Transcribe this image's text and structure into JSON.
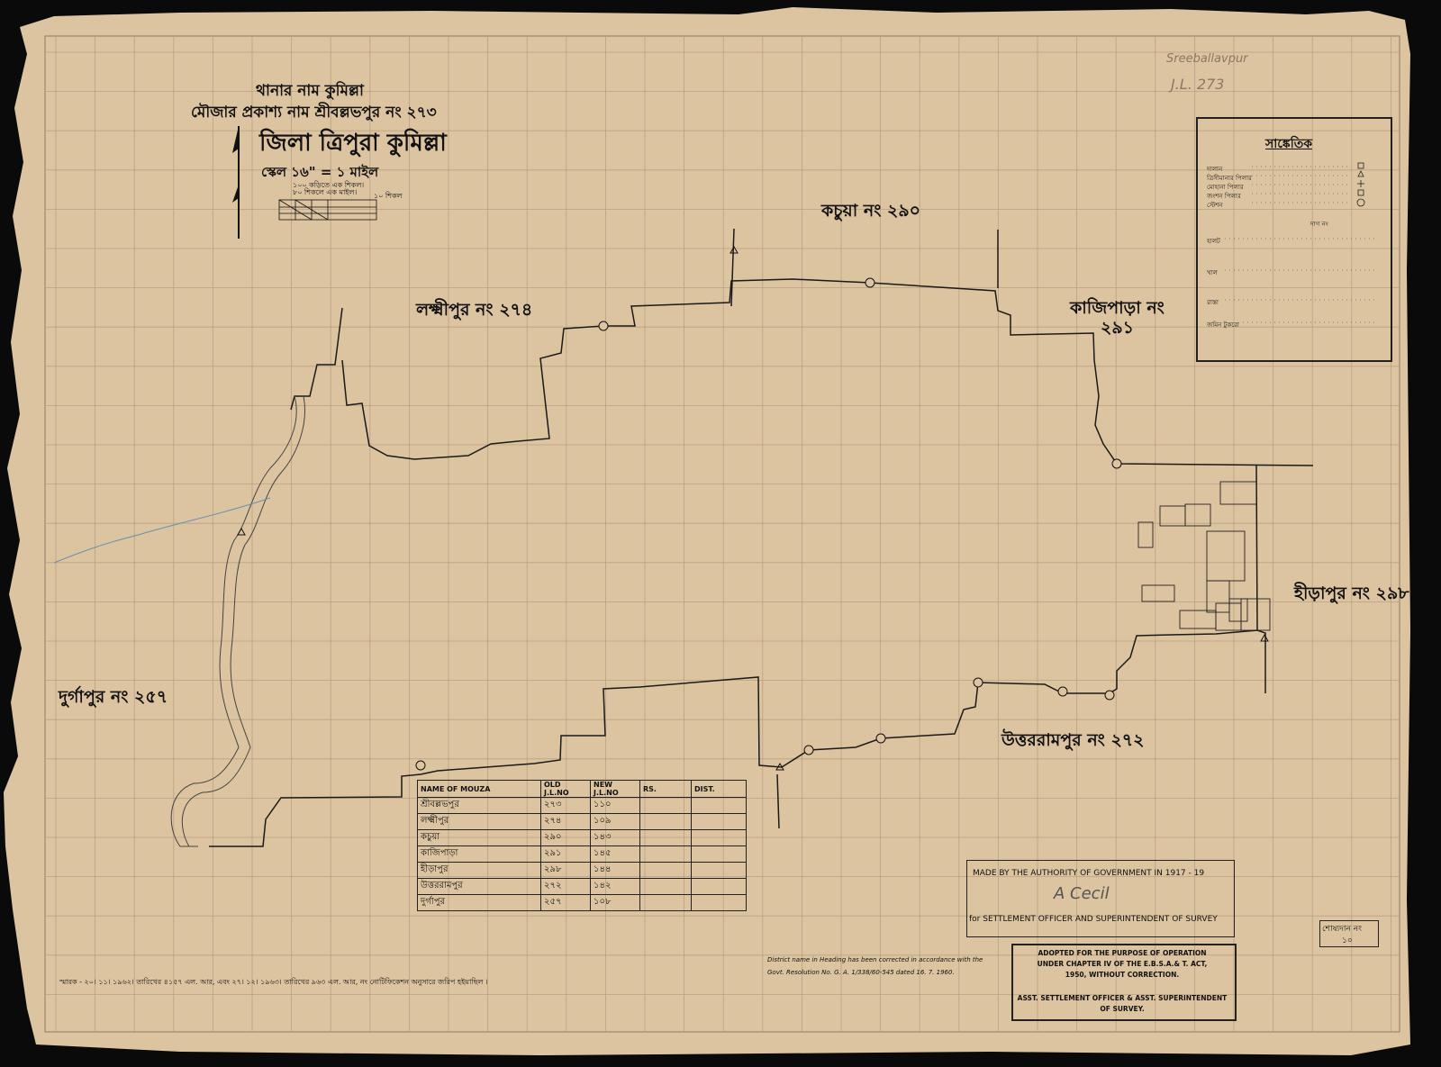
{
  "header": {
    "thana_line": "থানার নাম  কুমিল্লা",
    "mouza_line": "মৌজার প্রকাশ্য নাম  শ্রীবল্লভপুর নং ২৭৩",
    "district_line": "জিলা ত্রিপুরা কুমিল্লা",
    "scale_line": "স্কেল ১৬\" = ১ মাইল",
    "scale_bar_label": "১০ শিকল",
    "scale_note_1": "১০০ কড়িতে এক শিকল।",
    "scale_note_2": "৮০ শিকলে এক মাইল।"
  },
  "villages": {
    "kachua": "কচুয়া নং ২৯০",
    "lakshmipur": "লক্ষ্মীপুর নং ২৭৪",
    "kazipara_1": "কাজিপাড়া নং",
    "kazipara_2": "২৯১",
    "hirapur": "হীড়াপুর নং ২৯৮",
    "durgapur": "দুর্গাপুর নং ২৫৭",
    "uttarrampur": "উত্তররামপুর নং ২৭২"
  },
  "legend": {
    "title": "সাঙ্কেতিক",
    "items": [
      "দালান",
      "ত্রিসীমানার পিলার",
      "মোহানা পিলার",
      "জংশন পিলার",
      "স্টেশন"
    ],
    "dag_heading": "দাগ নং",
    "lines": [
      "হালট",
      "খাল",
      "রাস্তা",
      "জমিন টুকরো"
    ]
  },
  "mouza_table": {
    "headers": [
      "NAME OF MOUZA",
      "OLD J.L.NO",
      "NEW J.L.NO",
      "RS.",
      "DIST."
    ],
    "rows": [
      [
        "শ্রীবল্লভপুর",
        "২৭৩",
        "১১০",
        "",
        ""
      ],
      [
        "লক্ষ্মীপুর",
        "২৭৪",
        "১০৯",
        "",
        ""
      ],
      [
        "কচুয়া",
        "২৯০",
        "১৪৩",
        "",
        ""
      ],
      [
        "কাজিপাড়া",
        "২৯১",
        "১৪৫",
        "",
        ""
      ],
      [
        "হীড়াপুর",
        "২৯৮",
        "১৪৪",
        "",
        ""
      ],
      [
        "উত্তররামপুর",
        "২৭২",
        "১৪২",
        "",
        ""
      ],
      [
        "দুর্গাপুর",
        "২৫৭",
        "১০৮",
        "",
        ""
      ]
    ]
  },
  "authority_box": {
    "line1": "MADE BY THE AUTHORITY OF GOVERNMENT IN  1917 - 19",
    "signature": "A Cecil",
    "line2": "for SETTLEMENT  OFFICER AND SUPERINTENDENT OF SURVEY"
  },
  "adopted_box": {
    "line1": "ADOPTED FOR THE PURPOSE OF OPERATION",
    "line2": "UNDER CHAPTER IV OF THE E.B.S.A.& T. ACT,",
    "line3": "1950, WITHOUT CORRECTION.",
    "line4": "ASST. SETTLEMENT OFFICER & ASST. SUPERINTENDENT",
    "line5": "OF SURVEY."
  },
  "correction_note": {
    "line1": "District name in Heading has been corrected in accordance with the",
    "line2": "Govt. Resolution No. G. A. 1/338/60-545 dated 16. 7. 1960."
  },
  "footer_note": "স্মারক - ২০। ১১। ১৯৬২। তারিখের ৪১৫৭ এল. আর, এবং ২৭। ১২। ১৯৬৩। তারিখের ৯৬৩ এল. আর, নং নোটিফিকেশন অনুসারে জরিপ হইয়াছিল ।",
  "sheet_box": {
    "title": "শোষ্যদান নং",
    "number": "১০"
  },
  "pencil_notes": {
    "top_right_1": "Sreeballavpur",
    "top_right_2": "J.L. 273"
  },
  "colors": {
    "paper": "#ddc4a0",
    "grid": "#b8a083",
    "ink": "#1a1a1a",
    "pencil": "#8a7866",
    "background": "#0a0a0a"
  }
}
